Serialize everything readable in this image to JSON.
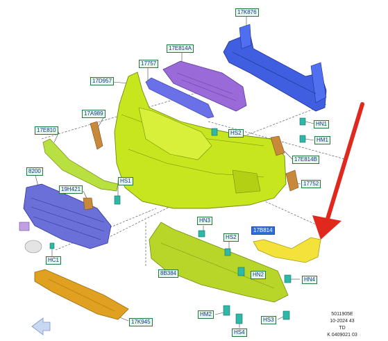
{
  "labels": {
    "17k876": "17K876",
    "17e814a": "17E814A",
    "17757": "17757",
    "17d957": "17D957",
    "17a989": "17A989",
    "hs2_top": "HS2",
    "hn1": "HN1",
    "hm1": "HM1",
    "17e810": "17E810",
    "17e814b": "17E814B",
    "8200": "8200",
    "19h421": "19H421",
    "hs1": "HS1",
    "17752": "17752",
    "hn3": "HN3",
    "17b814": "17B814",
    "hs2_bottom": "HS2",
    "hc1": "HC1",
    "8b384": "8B384",
    "hn2": "HN2",
    "hn4": "HN4",
    "hm2": "HM2",
    "hs3": "HS3",
    "hs4": "HS4",
    "17k945": "17K945"
  },
  "info": {
    "line1": "5011905E",
    "line2": "10-2024 43",
    "line3": "TD",
    "line4": "K 0409021 03"
  },
  "colors": {
    "bumper": "#c8e61e",
    "reinforcement": "#3f5fe0",
    "absorber": "#9a6ad8",
    "grille": "#6b6fd8",
    "lower_shield": "#b8d62a",
    "skid_plate": "#e0a020",
    "highlight_part": "#f2e23a",
    "callout_arrow": "#e0281e",
    "label_fill": "#eaf6ec",
    "label_border": "#1e7a3a",
    "fastener": "#2fb8a8"
  }
}
